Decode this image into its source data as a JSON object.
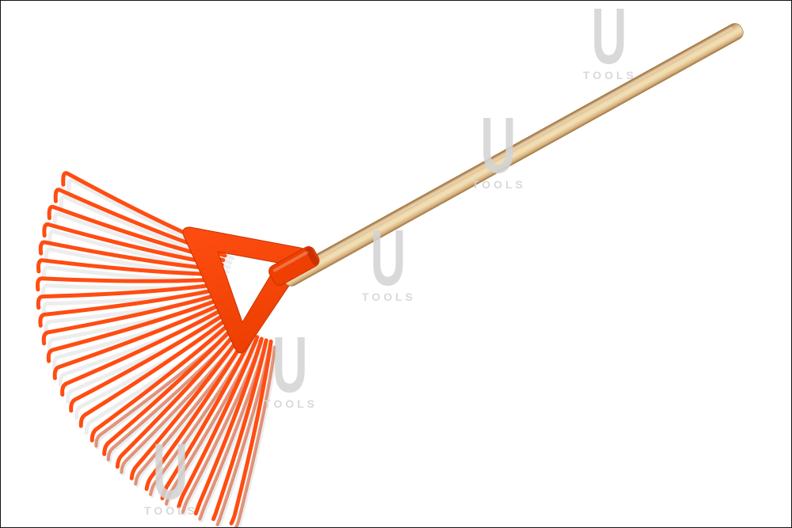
{
  "image": {
    "description": "Orange plastic fan leaf rake with long wooden handle on white background"
  },
  "watermark": {
    "letter": "U",
    "word": "TOOLS"
  },
  "colors": {
    "background": "#ffffff",
    "rake_orange": "#ff4d12",
    "rake_orange_dark": "#ee4002",
    "rake_orange_deep": "#c93200",
    "wood_light": "#f1ddb2",
    "wood_mid": "#d8b382",
    "wood_dark": "#a0753f",
    "watermark_gray": "#d4d4d4"
  }
}
